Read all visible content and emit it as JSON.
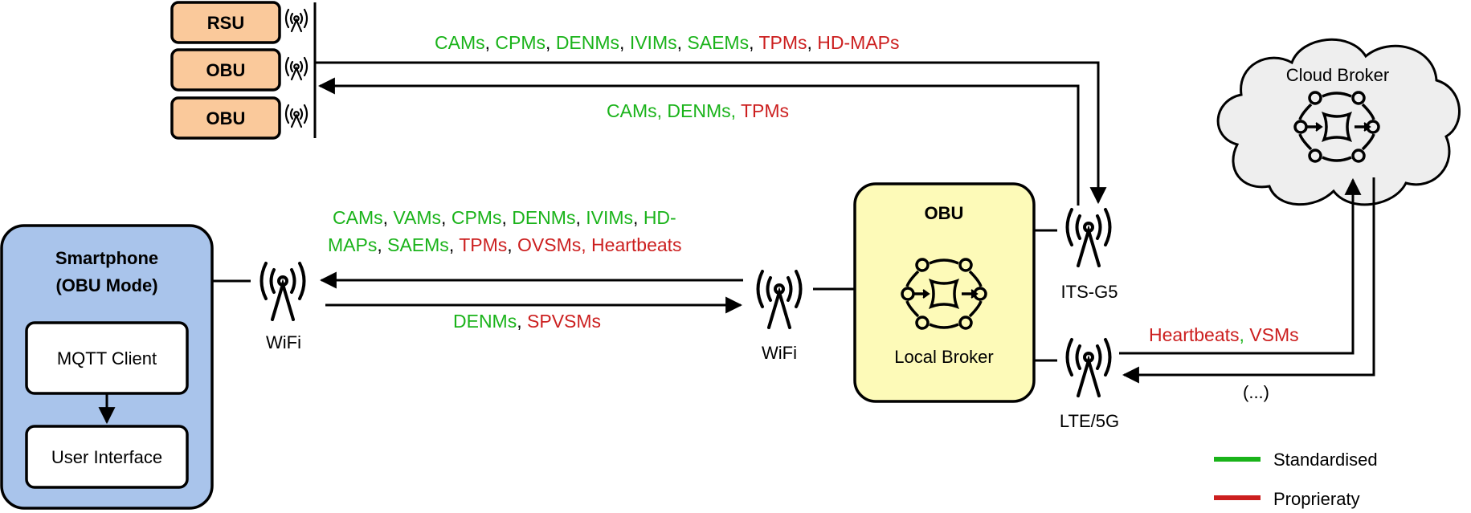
{
  "colors": {
    "standard_green": "#1ab31a",
    "proprietary_red": "#cc1f1f",
    "orange_box": "#fac99b",
    "smartphone_blue": "#a9c4eb",
    "obu_yellow": "#fdfab8",
    "cloud_grey": "#eeeeee"
  },
  "units": {
    "rsu": "RSU",
    "obu_top": "OBU",
    "obu_bottom": "OBU"
  },
  "smartphone": {
    "title_line1": "Smartphone",
    "title_line2": "(OBU Mode)",
    "mqtt_client": "MQTT Client",
    "user_interface": "User Interface"
  },
  "obu": {
    "title": "OBU",
    "broker": "Local Broker"
  },
  "cloud": {
    "title": "Cloud Broker"
  },
  "antennas": {
    "wifi_left": "WiFi",
    "wifi_right": "WiFi",
    "itsg5": "ITS-G5",
    "lte": "LTE/5G"
  },
  "messages": {
    "top_out": [
      {
        "text": "CAMs",
        "c": "g"
      },
      {
        "text": ", ",
        "c": "k"
      },
      {
        "text": "CPMs",
        "c": "g"
      },
      {
        "text": ", ",
        "c": "k"
      },
      {
        "text": "DENMs",
        "c": "g"
      },
      {
        "text": ", ",
        "c": "k"
      },
      {
        "text": "IVIMs",
        "c": "g"
      },
      {
        "text": ", ",
        "c": "k"
      },
      {
        "text": "SAEMs",
        "c": "g"
      },
      {
        "text": ", ",
        "c": "k"
      },
      {
        "text": "TPMs",
        "c": "r"
      },
      {
        "text": ", ",
        "c": "k"
      },
      {
        "text": "HD-MAPs",
        "c": "r"
      }
    ],
    "top_in": [
      {
        "text": "CAMs, DENMs, ",
        "c": "g"
      },
      {
        "text": "TPMs",
        "c": "r"
      }
    ],
    "wifi_in_line1": [
      {
        "text": "CAMs",
        "c": "g"
      },
      {
        "text": ", ",
        "c": "k"
      },
      {
        "text": "VAMs",
        "c": "g"
      },
      {
        "text": ", ",
        "c": "k"
      },
      {
        "text": "CPMs",
        "c": "g"
      },
      {
        "text": ", ",
        "c": "k"
      },
      {
        "text": "DENMs",
        "c": "g"
      },
      {
        "text": ", ",
        "c": "k"
      },
      {
        "text": "IVIMs",
        "c": "g"
      },
      {
        "text": ", ",
        "c": "k"
      },
      {
        "text": "HD-",
        "c": "g"
      }
    ],
    "wifi_in_line2": [
      {
        "text": "MAPs",
        "c": "g"
      },
      {
        "text": ", ",
        "c": "k"
      },
      {
        "text": "SAEMs",
        "c": "g"
      },
      {
        "text": ", ",
        "c": "k"
      },
      {
        "text": "TPMs",
        "c": "r"
      },
      {
        "text": ", ",
        "c": "k"
      },
      {
        "text": "OVSMs, Heartbeats",
        "c": "r"
      }
    ],
    "wifi_out": [
      {
        "text": "DENMs",
        "c": "g"
      },
      {
        "text": ", ",
        "c": "k"
      },
      {
        "text": "SPVSMs",
        "c": "r"
      }
    ],
    "cloud_in": [
      {
        "text": "Heartbeats",
        "c": "r"
      },
      {
        "text": ", ",
        "c": "g"
      },
      {
        "text": "VSMs",
        "c": "r"
      }
    ],
    "cloud_out": "(...)"
  },
  "legend": {
    "standardised": "Standardised",
    "proprietary": "Proprieraty"
  }
}
